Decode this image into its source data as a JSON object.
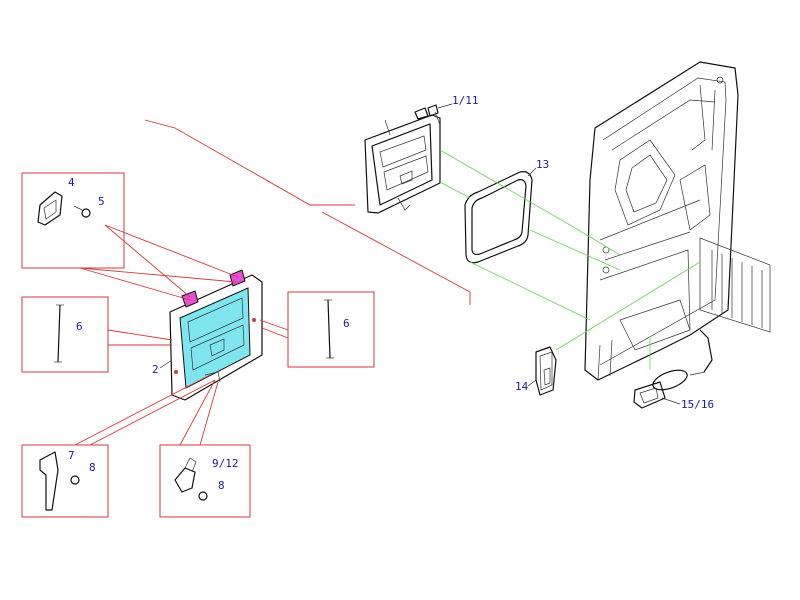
{
  "callouts": {
    "door_assembly": "1/11",
    "seal": "13",
    "hinge": "4",
    "hinge_screw": "5",
    "rod_left": "6",
    "rod_right": "6",
    "hatch": "2",
    "latch": "7",
    "latch_screw": "8",
    "bracket": "9/12",
    "bracket_screw": "8",
    "handle": "14",
    "lock": "15/16"
  },
  "colors": {
    "callout_text": "#1a1aa8",
    "leader_red": "#d23a3a",
    "leader_green": "#6ccf5a",
    "hatch_highlight": "#7fe6f0",
    "hinge_highlight": "#e64fd6",
    "line_art": "#111111"
  }
}
